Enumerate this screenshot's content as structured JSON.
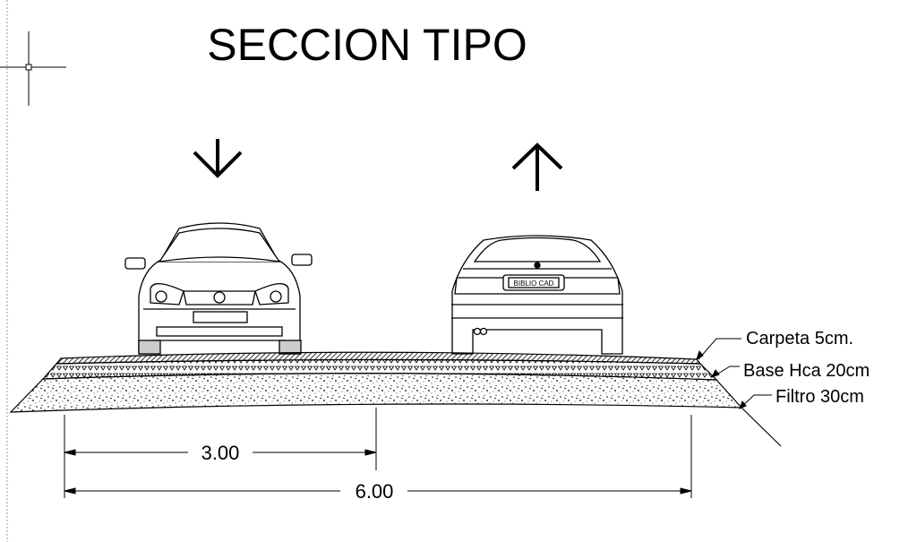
{
  "title": "SECCION TIPO",
  "layers": [
    {
      "label": "Carpeta 5cm."
    },
    {
      "label": "Base Hca 20cm"
    },
    {
      "label": "Filtro 30cm"
    }
  ],
  "dimensions": [
    {
      "label": "3.00"
    },
    {
      "label": "6.00"
    }
  ],
  "plate_text": "BIBLIO CAD",
  "lanes": [
    {
      "direction": "down-arrow"
    },
    {
      "direction": "up-arrow"
    }
  ],
  "colors": {
    "line": "#000000",
    "background": "#ffffff"
  }
}
